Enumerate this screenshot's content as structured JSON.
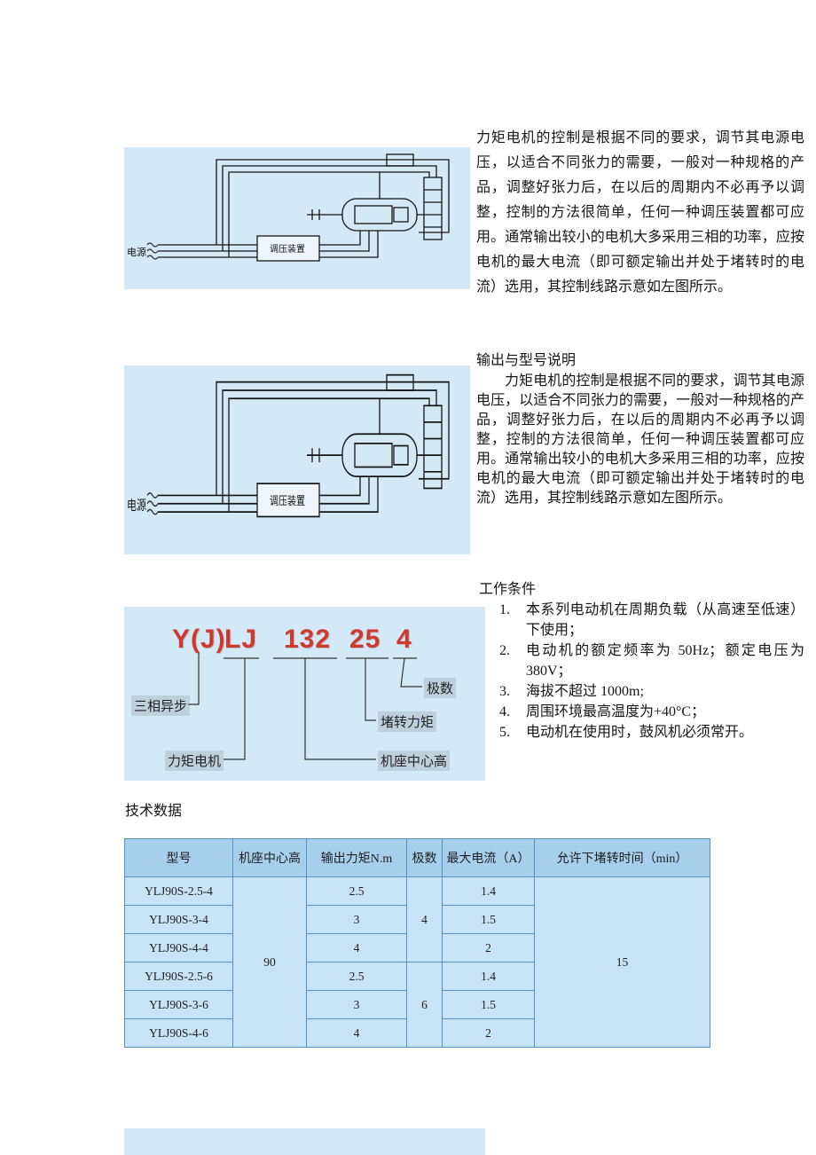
{
  "colors": {
    "panel_bg": "#d3e9f8",
    "table_header_bg": "#a6cfeb",
    "table_body_bg": "#c9e3f6",
    "table_border": "#4f93c8",
    "model_red": "#cf3a2e"
  },
  "diagram": {
    "power_label": "电源",
    "regulator_label": "调压装置"
  },
  "section1": {
    "paragraph": "力矩电机的控制是根据不同的要求，调节其电源电压，以适合不同张力的需要，一般对一种规格的产品，调整好张力后，在以后的周期内不必再予以调整，控制的方法很简单，任何一种调压装置都可应用。通常输出较小的电机大多采用三相的功率，应按电机的最大电流（即可额定输出并处于堵转时的电流）选用，其控制线路示意如左图所示。"
  },
  "section2": {
    "heading": "输出与型号说明",
    "paragraph": "力矩电机的控制是根据不同的要求，调节其电源电压，以适合不同张力的需要，一般对一种规格的产品，调整好张力后，在以后的周期内不必再予以调整，控制的方法很简单，任何一种调压装置都可应用。通常输出较小的电机大多采用三相的功率，应按电机的最大电流（即可额定输出并处于堵转时的电流）选用，其控制线路示意如左图所示。"
  },
  "model_key": {
    "tokens": [
      "Y(J)",
      "LJ",
      "132",
      "25",
      "4"
    ],
    "labels": {
      "three_phase": "三相异步",
      "torque_motor": "力矩电机",
      "frame_height": "机座中心高",
      "locked_torque": "堵转力矩",
      "poles": "极数"
    }
  },
  "work_conditions": {
    "heading": "工作条件",
    "nums": [
      "1.",
      "2.",
      "3.",
      "4.",
      "5."
    ],
    "items": [
      "本系列电动机在周期负载（从高速至低速）下使用；",
      "电动机的额定频率为 50Hz；额定电压为 380V；",
      "海拔不超过 1000m;",
      "周围环境最高温度为+40°C；",
      "电动机在使用时，鼓风机必须常开。"
    ]
  },
  "tech_data": {
    "heading": "技术数据",
    "table": {
      "headers": [
        "型号",
        "机座中心高",
        "输出力矩N.m",
        "极数",
        "最大电流（A）",
        "允许下堵转时间（min）"
      ],
      "frame_height": "90",
      "locked_time": "15",
      "pole_groups": [
        {
          "poles": "4"
        },
        {
          "poles": "6"
        }
      ],
      "rows": [
        {
          "model": "YLJ90S-2.5-4",
          "torque": "2.5",
          "current": "1.4"
        },
        {
          "model": "YLJ90S-3-4",
          "torque": "3",
          "current": "1.5"
        },
        {
          "model": "YLJ90S-4-4",
          "torque": "4",
          "current": "2"
        },
        {
          "model": "YLJ90S-2.5-6",
          "torque": "2.5",
          "current": "1.4"
        },
        {
          "model": "YLJ90S-3-6",
          "torque": "3",
          "current": "1.5"
        },
        {
          "model": "YLJ90S-4-6",
          "torque": "4",
          "current": "2"
        }
      ]
    }
  }
}
